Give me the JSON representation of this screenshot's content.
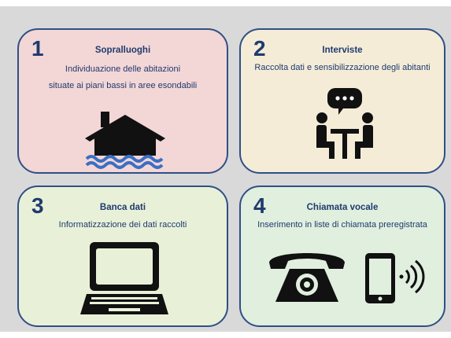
{
  "steps": [
    {
      "number": "1",
      "title": "Sopralluoghi",
      "description_line1": "Individuazione delle abitazioni",
      "description_line2": "situate ai piani bassi in aree esondabili",
      "icon": "flooded-house-icon"
    },
    {
      "number": "2",
      "title": "Interviste",
      "description_line1": "Raccolta dati e sensibilizzazione degli abitanti",
      "icon": "interview-icon"
    },
    {
      "number": "3",
      "title": "Banca dati",
      "description_line1": "Informatizzazione dei dati raccolti",
      "icon": "laptop-icon"
    },
    {
      "number": "4",
      "title": "Chiamata vocale",
      "description_line1": "Inserimento in liste di chiamata preregistrata",
      "icons": [
        "telephone-icon",
        "smartphone-icon"
      ]
    }
  ],
  "colors": {
    "text": "#1f3b6d",
    "border": "#2f4f86",
    "card1_bg": "#f3d6d6",
    "card2_bg": "#f5ecd8",
    "card3_bg": "#e8f1d8",
    "card4_bg": "#e0efde",
    "water": "#3a6fc4"
  }
}
